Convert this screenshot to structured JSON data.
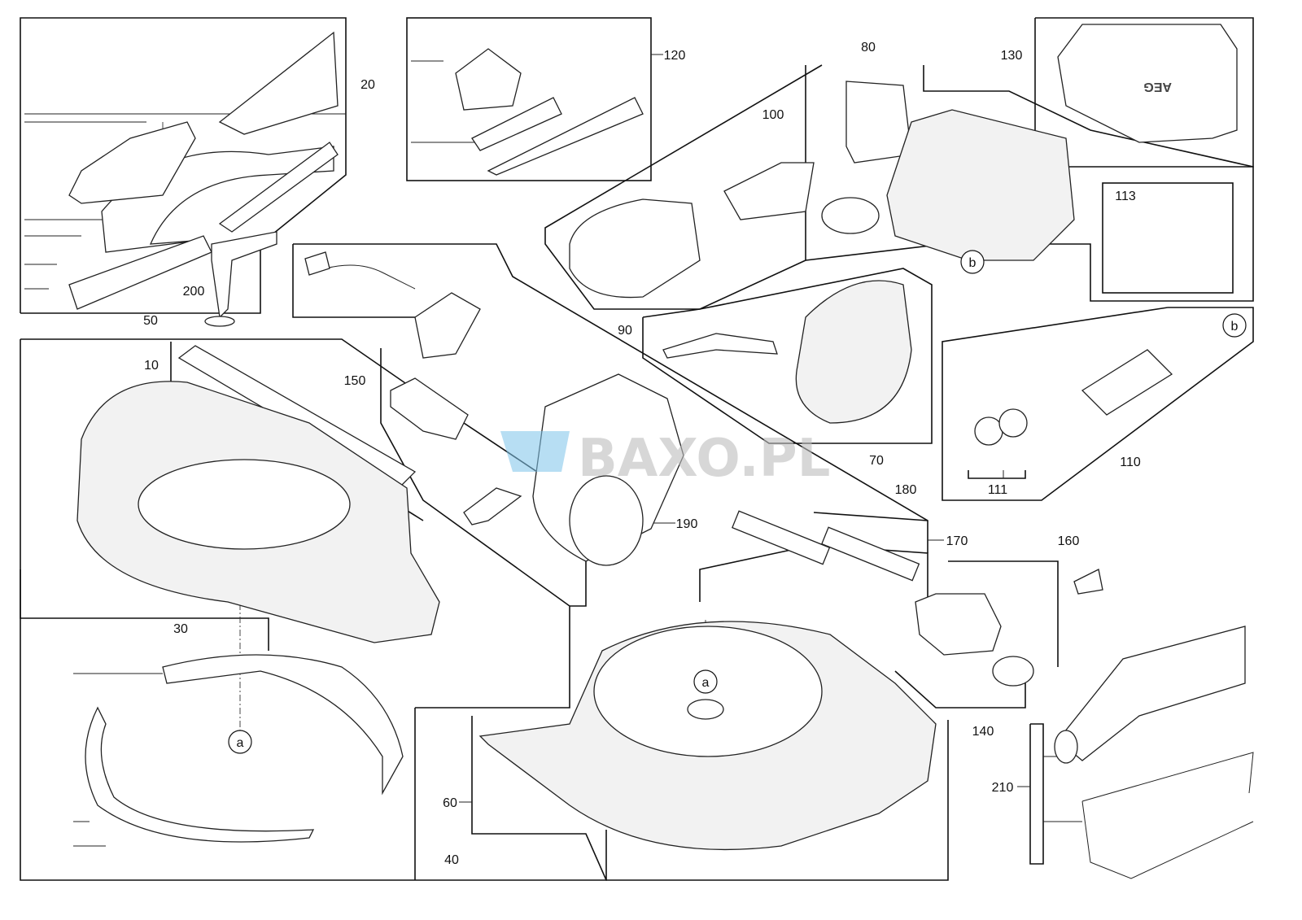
{
  "diagram": {
    "watermark": "BAXO.PL",
    "logo_text": "AEG",
    "labels": {
      "l20": "20",
      "l120": "120",
      "l80": "80",
      "l130": "130",
      "l100": "100",
      "l113": "113",
      "l200": "200",
      "l50": "50",
      "l10": "10",
      "l150": "150",
      "l90": "90",
      "l70": "70",
      "l110": "110",
      "l111": "111",
      "l180": "180",
      "l170": "170",
      "l160": "160",
      "l190": "190",
      "l30": "30",
      "l140": "140",
      "l210": "210",
      "l60": "60",
      "l40": "40"
    },
    "callouts": {
      "b1": "b",
      "b2": "b",
      "a1": "a",
      "a2": "a"
    },
    "colors": {
      "line": "#111111",
      "watermark": "#bdbdbd",
      "watermark_icon": "#7fc3e8"
    }
  }
}
